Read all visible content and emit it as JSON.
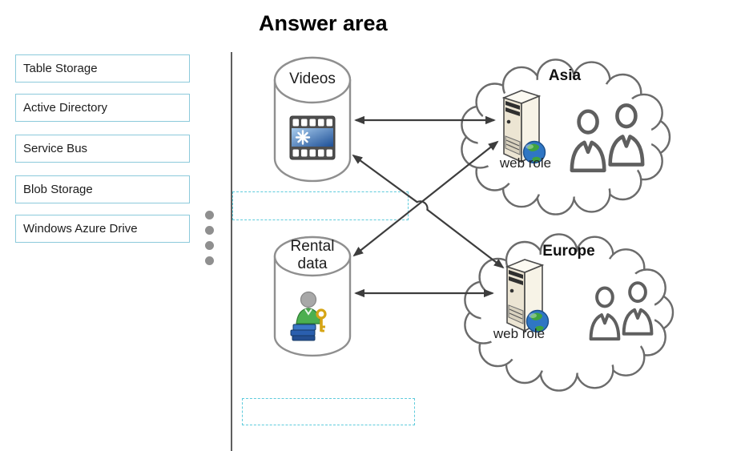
{
  "title": "Answer area",
  "options": [
    {
      "label": "Table Storage"
    },
    {
      "label": "Active Directory"
    },
    {
      "label": "Service Bus"
    },
    {
      "label": "Blob Storage"
    },
    {
      "label": "Windows Azure Drive"
    }
  ],
  "diagram": {
    "videos_label": "Videos",
    "rental_label": "Rental data",
    "asia": {
      "region": "Asia",
      "role": "web role"
    },
    "europe": {
      "region": "Europe",
      "role": "web role"
    },
    "drop_targets": [
      {
        "value": ""
      },
      {
        "value": ""
      }
    ]
  },
  "icons": {
    "videos_store": "film-strip-icon",
    "rental_store": "person-key-icon",
    "region_server": "server-tower-icon",
    "region_globe": "globe-icon",
    "region_users": "users-icon"
  },
  "colors": {
    "option_border": "#8ccadb",
    "drop_target_border": "#5ecbdc",
    "arrow": "#3d3d3d",
    "divider": "#5f5f5f",
    "cloud_outline": "#6b6b6b",
    "title_text": "#000000"
  }
}
